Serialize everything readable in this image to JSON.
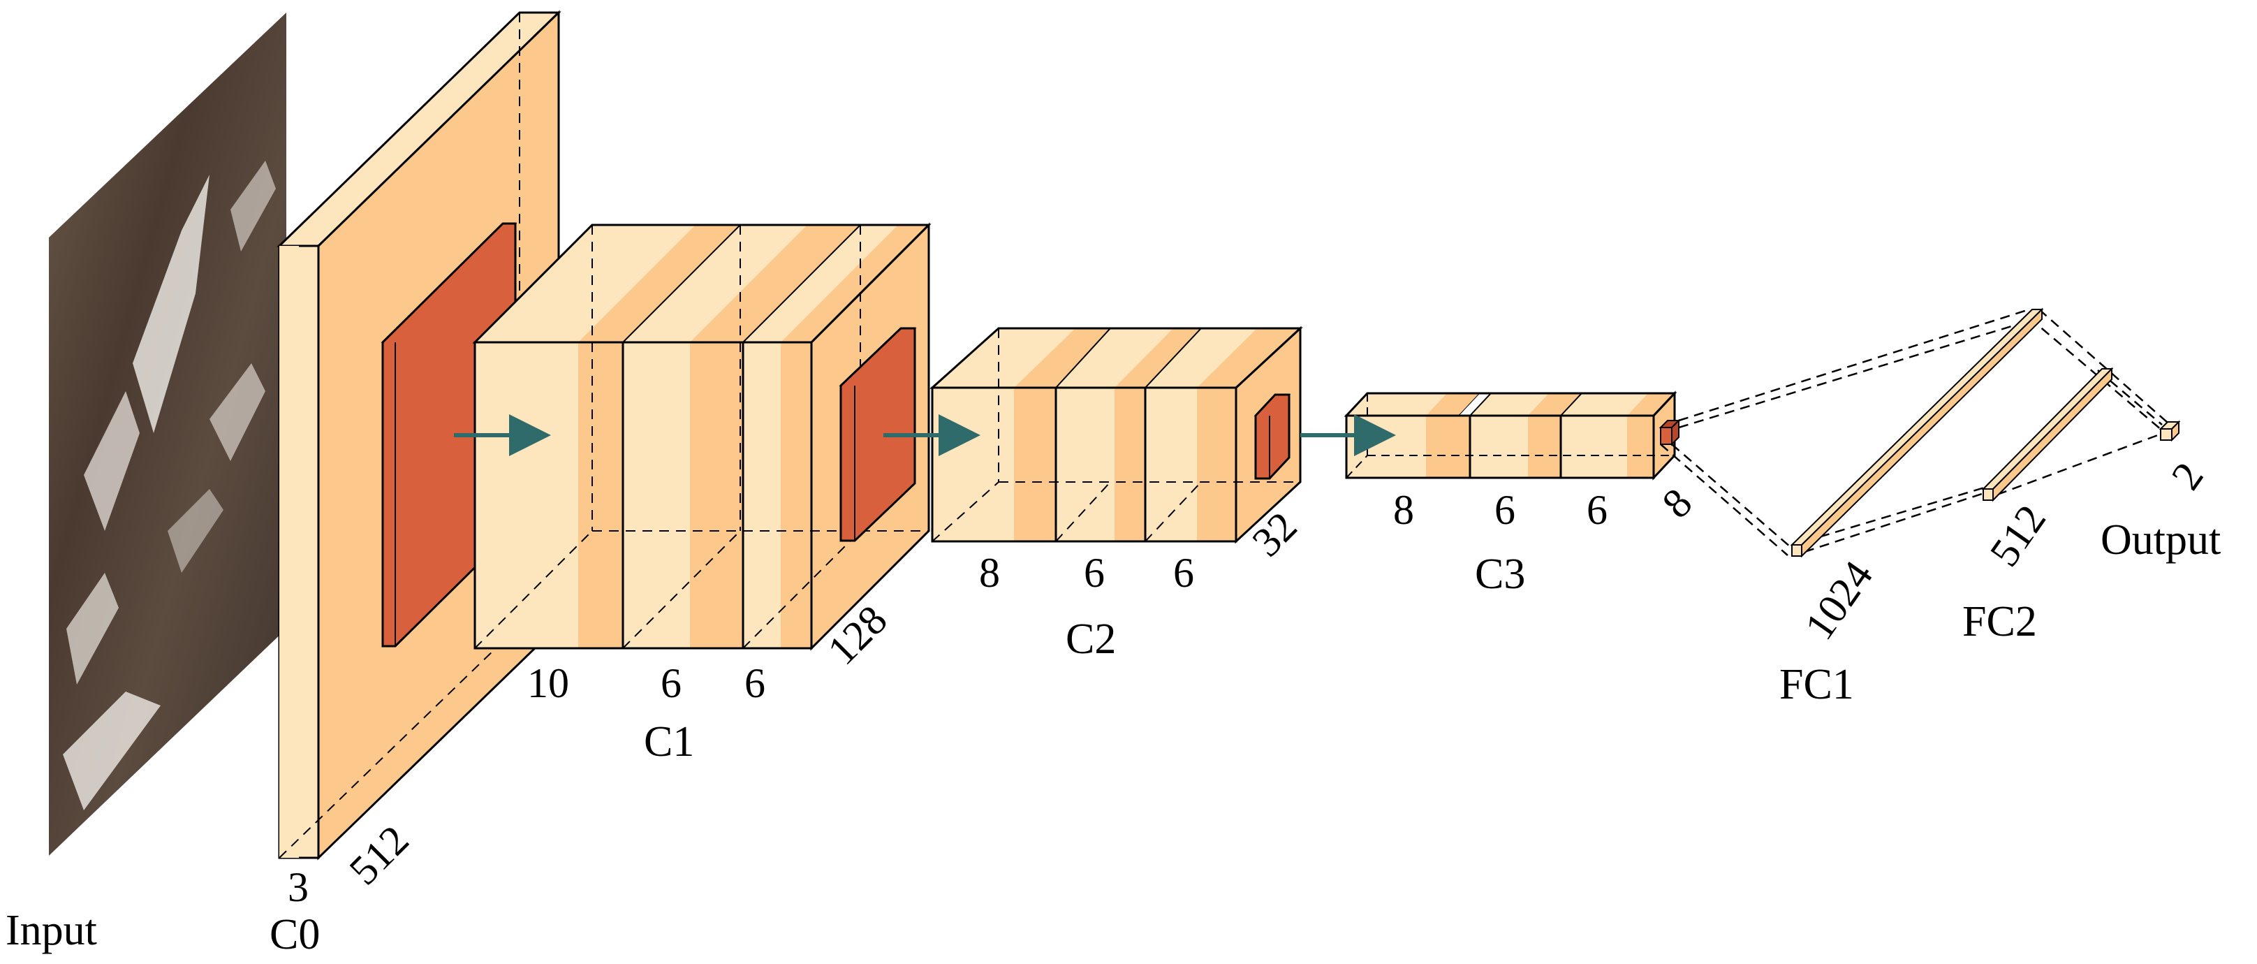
{
  "labels": {
    "input": "Input",
    "c0": "C0",
    "c1": "C1",
    "c2": "C2",
    "c3": "C3",
    "fc1": "FC1",
    "fc2": "FC2",
    "output": "Output"
  },
  "dims": {
    "c0_depth": "3",
    "c0_size": "512",
    "c1_a": "10",
    "c1_b": "6",
    "c1_c": "6",
    "c1_size": "128",
    "c2_a": "8",
    "c2_b": "6",
    "c2_c": "6",
    "c2_size": "32",
    "c3_a": "8",
    "c3_b": "6",
    "c3_c": "6",
    "c3_size": "8",
    "fc1_size": "1024",
    "fc2_size": "512",
    "output_size": "2"
  },
  "colors": {
    "block_light": "#fde5bd",
    "block_mid": "#fcc88c",
    "block_side": "#f7b77a",
    "kernel": "#d9603d",
    "kernel_dark": "#b8472a",
    "arrow": "#2f6b6b",
    "edge": "#000000"
  }
}
